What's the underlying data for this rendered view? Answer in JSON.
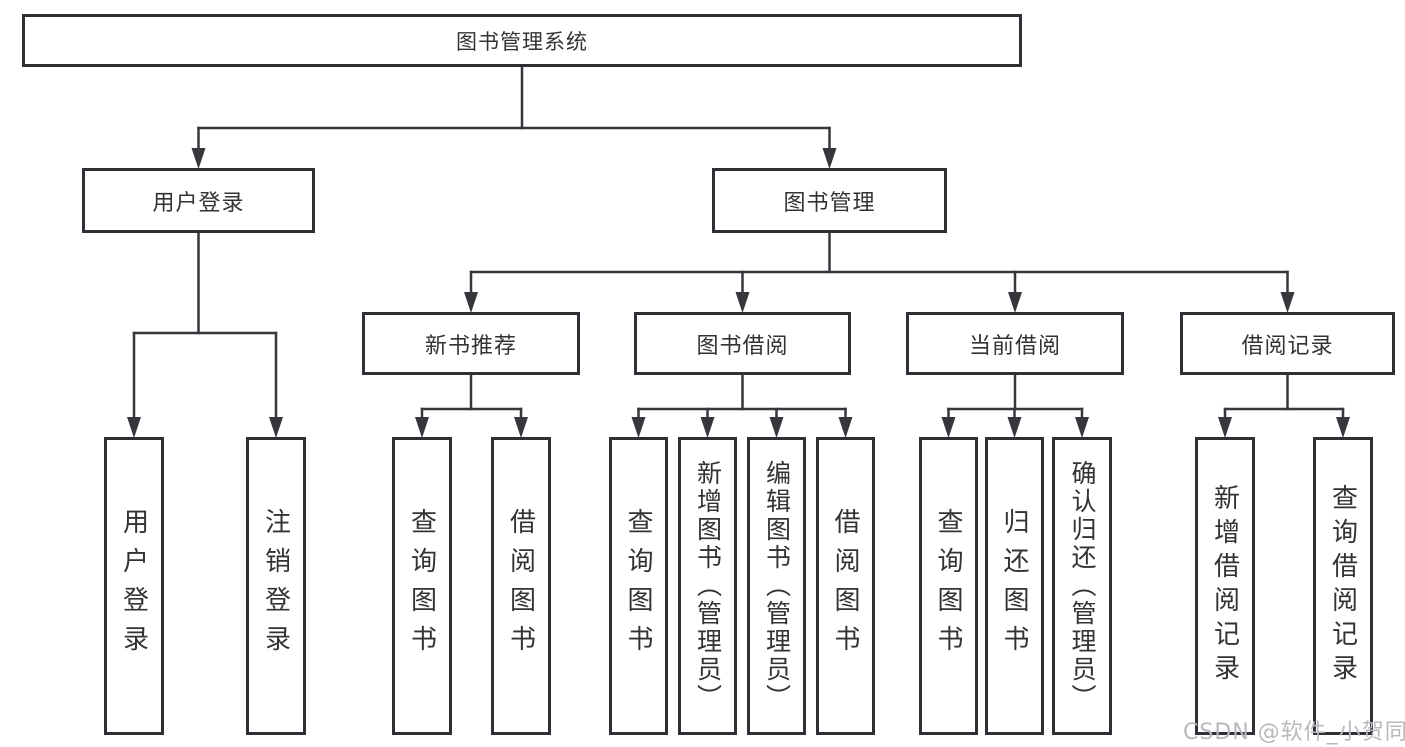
{
  "page": {
    "background": "#ffffff"
  },
  "colors": {
    "line": "#35373c",
    "box_border": "#2e3036",
    "text": "#333333",
    "watermark": "#b9b9bd"
  },
  "watermark": {
    "text": "CSDN @软件_小贺同学"
  },
  "diagram": {
    "type": "hierarchy-tree",
    "tree": {
      "id": "root",
      "label": "图书管理系统",
      "children": [
        {
          "id": "user-login",
          "label": "用户登录",
          "children": [
            {
              "id": "user-login-leaf",
              "label": "用户登录"
            },
            {
              "id": "logout",
              "label": "注销登录"
            }
          ]
        },
        {
          "id": "book-mgmt",
          "label": "图书管理",
          "children": [
            {
              "id": "new-book-rec",
              "label": "新书推荐",
              "children": [
                {
                  "id": "nbr-query",
                  "label": "查询图书"
                },
                {
                  "id": "nbr-borrow",
                  "label": "借阅图书"
                }
              ]
            },
            {
              "id": "book-borrow",
              "label": "图书借阅",
              "children": [
                {
                  "id": "bb-query",
                  "label": "查询图书"
                },
                {
                  "id": "bb-add",
                  "label": "新增图书（管理员）"
                },
                {
                  "id": "bb-edit",
                  "label": "编辑图书（管理员）"
                },
                {
                  "id": "bb-borrow",
                  "label": "借阅图书"
                }
              ]
            },
            {
              "id": "current-borrow",
              "label": "当前借阅",
              "children": [
                {
                  "id": "cb-query",
                  "label": "查询图书"
                },
                {
                  "id": "cb-return",
                  "label": "归还图书"
                },
                {
                  "id": "cb-confirm",
                  "label": "确认归还（管理员）"
                }
              ]
            },
            {
              "id": "borrow-records",
              "label": "借阅记录",
              "children": [
                {
                  "id": "br-add",
                  "label": "新增借阅记录"
                },
                {
                  "id": "br-query",
                  "label": "查询借阅记录"
                }
              ]
            }
          ]
        }
      ]
    }
  }
}
